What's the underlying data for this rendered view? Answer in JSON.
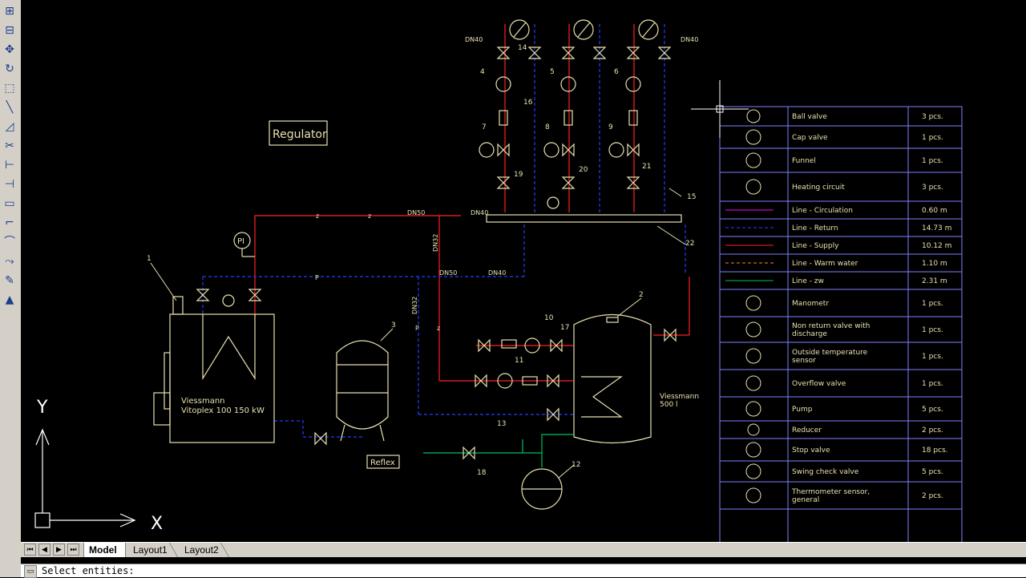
{
  "toolbar_left": [
    "line-icon",
    "rectangle-icon",
    "move-icon",
    "rotate-icon",
    "scale-icon",
    "extend-icon",
    "mirror-icon",
    "trim-icon",
    "offset-icon",
    "break-icon",
    "rectangle2-icon",
    "chamfer-icon",
    "fillet-icon",
    "arc-icon",
    "properties-icon",
    "explode-icon"
  ],
  "drawing": {
    "regulator_label": "Regulator",
    "boiler_label_line1": "Viessmann",
    "boiler_label_line2": "Vitoplex 100 150 kW",
    "tank_label_line1": "Viessmann",
    "tank_label_line2": "500 l",
    "reflex_label": "Reflex",
    "pi_label": "PI",
    "dn40": "DN40",
    "dn50": "DN50",
    "dn32": "DN32",
    "p_mark": "P",
    "z_mark": "z",
    "callouts": [
      "1",
      "2",
      "3",
      "4",
      "5",
      "6",
      "7",
      "8",
      "9",
      "10",
      "11",
      "12",
      "13",
      "14",
      "15",
      "16",
      "17",
      "18",
      "19",
      "20",
      "21",
      "22"
    ],
    "ucs_x": "X",
    "ucs_y": "Y"
  },
  "legend": {
    "rows": [
      {
        "name": "Ball valve",
        "qty": "3 pcs."
      },
      {
        "name": "Cap valve",
        "qty": "1 pcs."
      },
      {
        "name": "Funnel",
        "qty": "1 pcs."
      },
      {
        "name": "Heating circuit",
        "qty": "3 pcs."
      },
      {
        "name": "Line - Circulation",
        "qty": "0.60 m",
        "color": "#ff00ff"
      },
      {
        "name": "Line - Return",
        "qty": "14.73 m",
        "color": "#2040ff"
      },
      {
        "name": "Line - Supply",
        "qty": "10.12 m",
        "color": "#ff2020"
      },
      {
        "name": "Line - Warm water",
        "qty": "1.10 m",
        "color": "#ff8040"
      },
      {
        "name": "Line - zw",
        "qty": "2.31 m",
        "color": "#00c060"
      },
      {
        "name": "Manometr",
        "qty": "1 pcs."
      },
      {
        "name": "Non return valve with",
        "name2": "discharge",
        "qty": "1 pcs."
      },
      {
        "name": "Outside temperature",
        "name2": "sensor",
        "qty": "1 pcs."
      },
      {
        "name": "Overflow valve",
        "qty": "1 pcs."
      },
      {
        "name": "Pump",
        "qty": "5 pcs."
      },
      {
        "name": "Reducer",
        "qty": "2 pcs."
      },
      {
        "name": "Stop valve",
        "qty": "18 pcs."
      },
      {
        "name": "Swing check valve",
        "qty": "5 pcs."
      },
      {
        "name": "Thermometer sensor,",
        "name2": "general",
        "qty": "2 pcs."
      }
    ]
  },
  "tabs": {
    "model": "Model",
    "layout1": "Layout1",
    "layout2": "Layout2"
  },
  "command_line": {
    "text": "Select entities:"
  },
  "colors": {
    "background": "#000000",
    "symbol": "#e8e0b0",
    "table": "#8080ff",
    "supply": "#ff2020",
    "return": "#2040ff",
    "zw": "#00c060"
  }
}
